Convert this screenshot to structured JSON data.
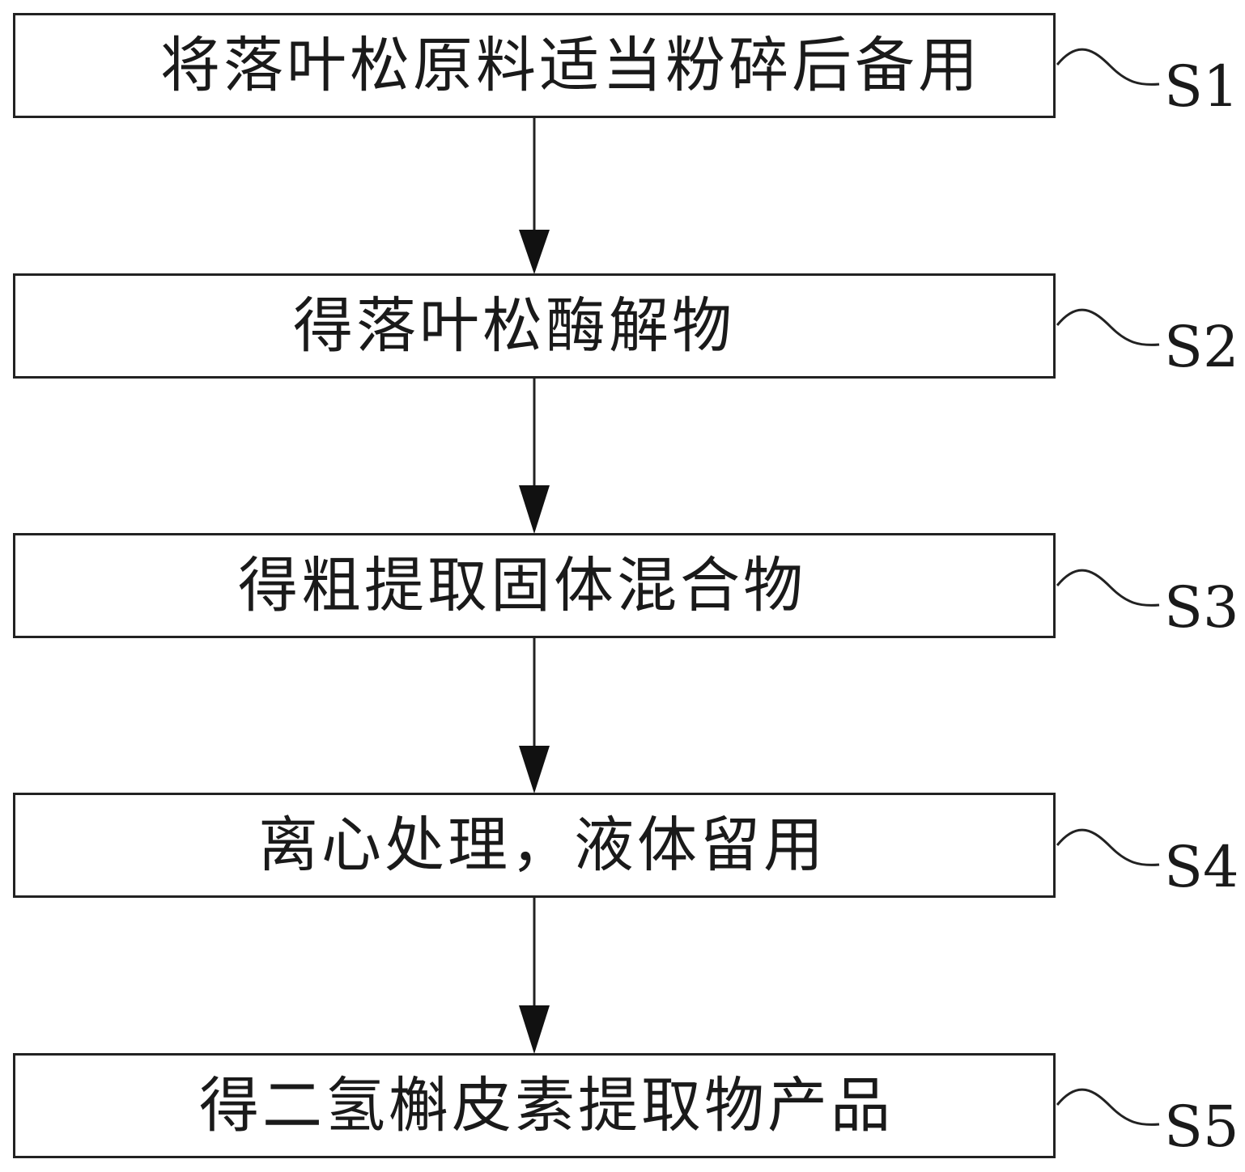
{
  "steps": [
    {
      "text": "将落叶松原料适当粉碎后备用",
      "label": "S1"
    },
    {
      "text": "得落叶松酶解物",
      "label": "S2"
    },
    {
      "text": "得粗提取固体混合物",
      "label": "S3"
    },
    {
      "text": "离心处理，液体留用",
      "label": "S4"
    },
    {
      "text": "得二氢槲皮素提取物产品",
      "label": "S5"
    }
  ]
}
